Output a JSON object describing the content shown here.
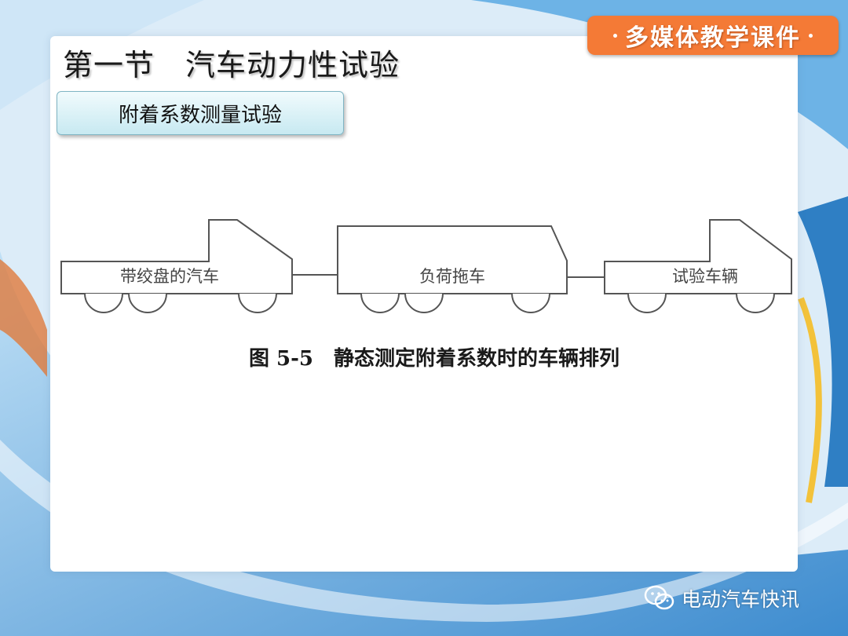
{
  "slide": {
    "title": "第一节　汽车动力性试验",
    "subtitle": "附着系数测量试验",
    "badge": "多媒体教学课件"
  },
  "diagram": {
    "vehicles": [
      {
        "label": "带绞盘的汽车"
      },
      {
        "label": "负荷拖车"
      },
      {
        "label": "试验车辆"
      }
    ],
    "caption": "图 5-5　静态测定附着系数时的车辆排列"
  },
  "watermark": {
    "text": "电动汽车快讯",
    "icon": "wechat-icon"
  },
  "colors": {
    "badge": "#f47a36",
    "subtitle_box": "#c7e9f1",
    "background_blue": "#3f8fd0",
    "outline": "#555555"
  }
}
